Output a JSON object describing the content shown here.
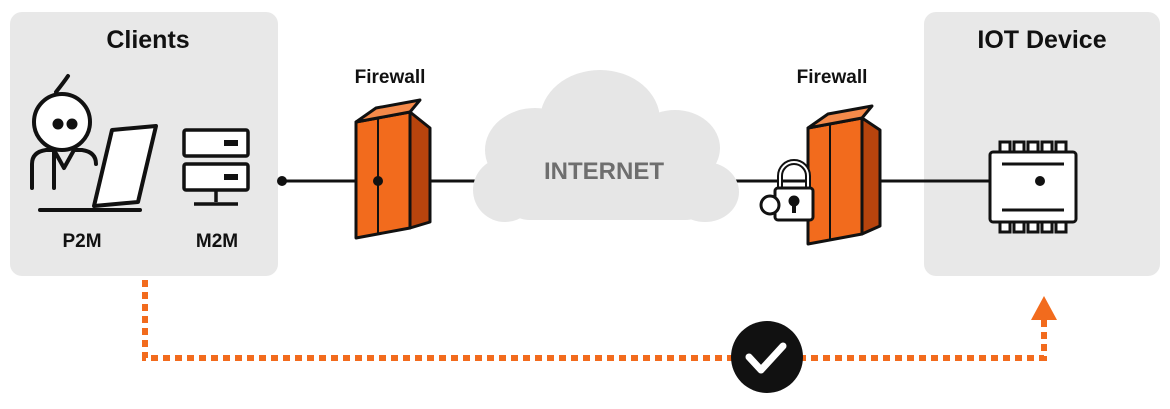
{
  "colors": {
    "box_fill": "#e8e8e8",
    "accent": "#f26b1d",
    "accent_dark": "#b7440d",
    "line": "#111111",
    "cloud_fill": "#e6e6e6",
    "cloud_text": "#6e6e6e"
  },
  "clients": {
    "title": "Clients",
    "p2m_label": "P2M",
    "m2m_label": "M2M",
    "person_icon": "person-at-laptop-icon",
    "server_icon": "server-stack-icon"
  },
  "firewall_left": {
    "label": "Firewall",
    "icon": "firewall-block-icon"
  },
  "internet": {
    "label": "INTERNET",
    "icon": "cloud-icon"
  },
  "firewall_right": {
    "label": "Firewall",
    "icon": "firewall-block-icon",
    "lock_icon": "keyhole-lock-icon"
  },
  "iot_device": {
    "title": "IOT Device",
    "icon": "microchip-icon"
  },
  "connection": {
    "style": "dotted",
    "status_icon": "checkmark-icon",
    "arrow_icon": "arrow-up-icon"
  }
}
